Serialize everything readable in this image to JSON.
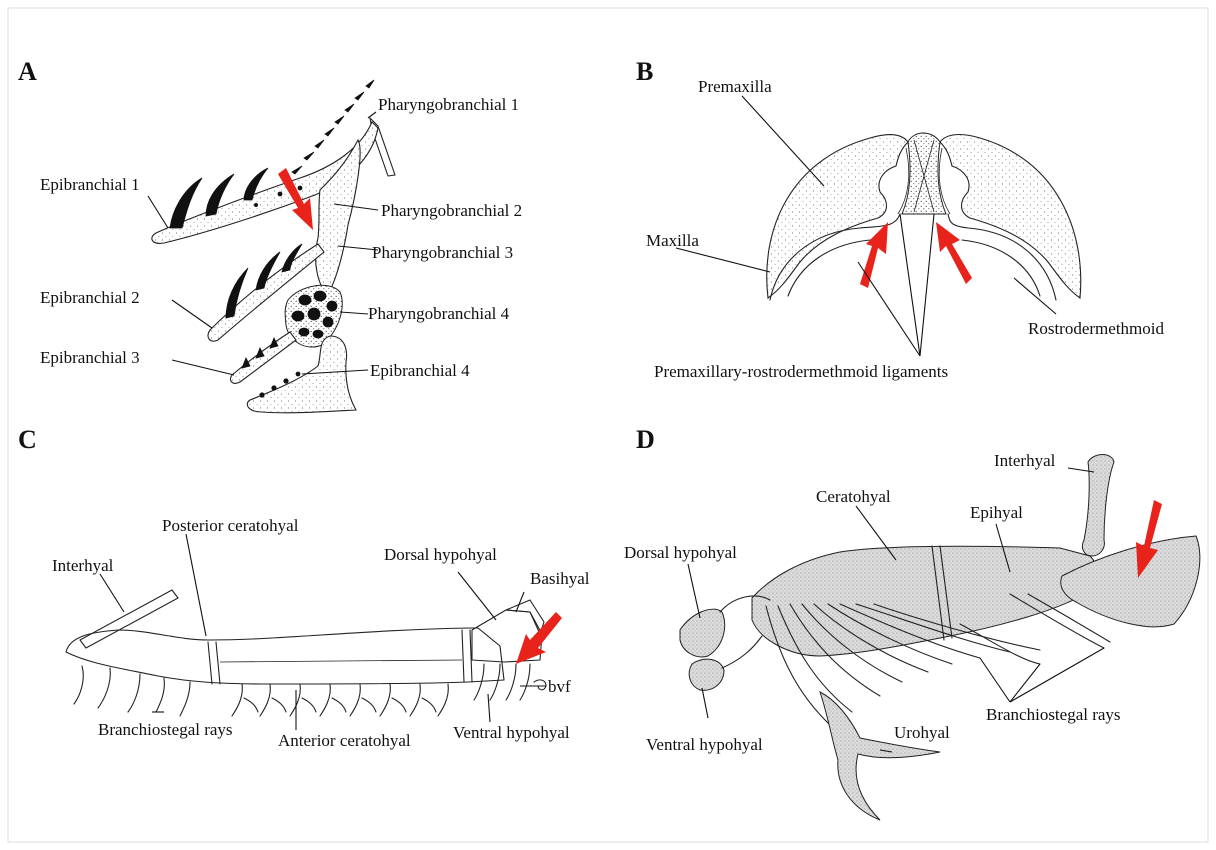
{
  "panels": {
    "A": {
      "letter": "A",
      "labels": {
        "pharyngobranchial_1": "Pharyngobranchial 1",
        "pharyngobranchial_2": "Pharyngobranchial 2",
        "pharyngobranchial_3": "Pharyngobranchial 3",
        "pharyngobranchial_4": "Pharyngobranchial 4",
        "epibranchial_1": "Epibranchial 1",
        "epibranchial_2": "Epibranchial 2",
        "epibranchial_3": "Epibranchial 3",
        "epibranchial_4": "Epibranchial 4"
      }
    },
    "B": {
      "letter": "B",
      "labels": {
        "premaxilla": "Premaxilla",
        "maxilla": "Maxilla",
        "rostrodermethmoid": "Rostrodermethmoid",
        "ligaments": "Premaxillary-rostrodermethmoid ligaments"
      }
    },
    "C": {
      "letter": "C",
      "labels": {
        "interhyal": "Interhyal",
        "posterior_ceratohyal": "Posterior ceratohyal",
        "dorsal_hypohyal": "Dorsal hypohyal",
        "basihyal": "Basihyal",
        "bvf": "bvf",
        "branchiostegal_rays": "Branchiostegal rays",
        "anterior_ceratohyal": "Anterior ceratohyal",
        "ventral_hypohyal": "Ventral hypohyal"
      }
    },
    "D": {
      "letter": "D",
      "labels": {
        "interhyal": "Interhyal",
        "ceratohyal": "Ceratohyal",
        "epihyal": "Epihyal",
        "dorsal_hypohyal": "Dorsal hypohyal",
        "ventral_hypohyal": "Ventral hypohyal",
        "urohyal": "Urohyal",
        "branchiostegal_rays": "Branchiostegal rays"
      }
    }
  },
  "colors": {
    "arrow": "#e8231c",
    "ink": "#111111",
    "background": "#ffffff"
  }
}
